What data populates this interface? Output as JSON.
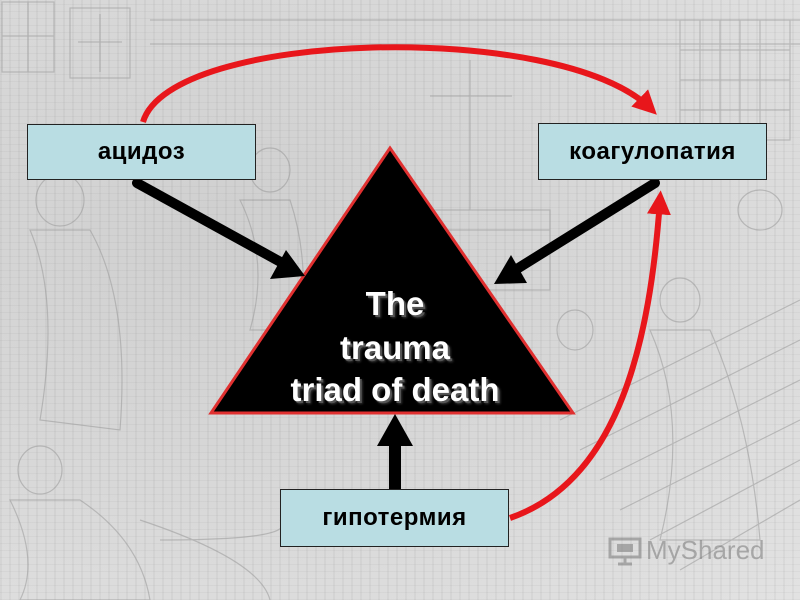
{
  "diagram": {
    "nodes": {
      "acidosis": "ацидоз",
      "coagulopathy": "коагулопатия",
      "hypothermia": "гипотермия"
    },
    "center": {
      "line1": "The",
      "line2": "trauma",
      "line3": "triad of death"
    },
    "colors": {
      "triangle_fill": "#000000",
      "triangle_border": "#e03030",
      "box_fill": "#b9dde3",
      "arrow_black": "#000000",
      "arrow_red": "#e8161b"
    }
  },
  "watermark": {
    "text": "MyShared"
  }
}
